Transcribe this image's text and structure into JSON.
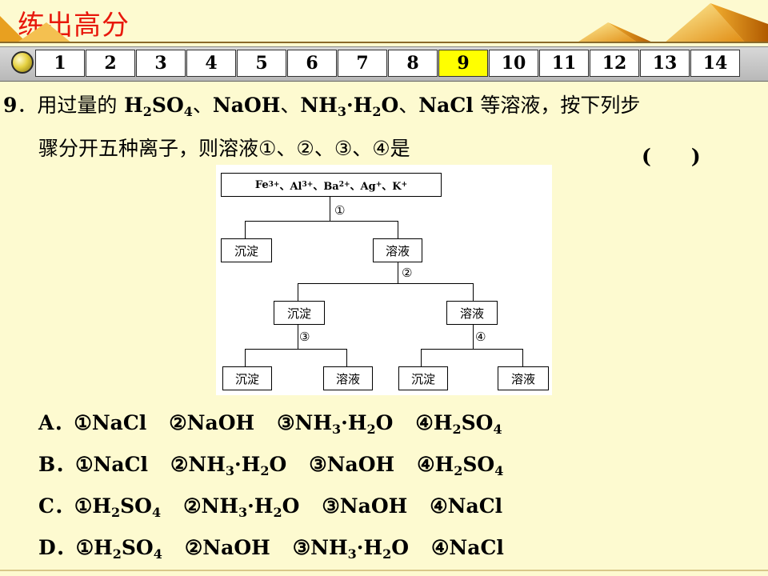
{
  "header": {
    "title": "练出高分"
  },
  "nav": {
    "items": [
      "1",
      "2",
      "3",
      "4",
      "5",
      "6",
      "7",
      "8",
      "9",
      "10",
      "11",
      "12",
      "13",
      "14"
    ],
    "active": "9"
  },
  "question": {
    "number": "9",
    "line1_a": "用过量的",
    "line1_b": "等溶液，按下列步",
    "line2": "骤分开五种离子，则溶液①、②、③、④是",
    "paren": "(　　)"
  },
  "diagram": {
    "ions": "Fe3+、Al3+、Ba2+、Ag+、K+",
    "precipitate": "沉淀",
    "solution": "溶液",
    "steps": [
      "①",
      "②",
      "③",
      "④"
    ]
  },
  "options": [
    {
      "label": "A．",
      "items": [
        "①NaCl",
        "②NaOH",
        "③NH3·H2O",
        "④H2SO4"
      ]
    },
    {
      "label": "B．",
      "items": [
        "①NaCl",
        "②NH3·H2O",
        "③NaOH",
        "④H2SO4"
      ]
    },
    {
      "label": "C．",
      "items": [
        "①H2SO4",
        "②NH3·H2O",
        "③NaOH",
        "④NaCl"
      ]
    },
    {
      "label": "D．",
      "items": [
        "①H2SO4",
        "②NaOH",
        "③NH3·H2O",
        "④NaCl"
      ]
    }
  ],
  "colors": {
    "title": "#e8180c",
    "active_nav": "#ffff00",
    "background": "#fdfad0"
  }
}
